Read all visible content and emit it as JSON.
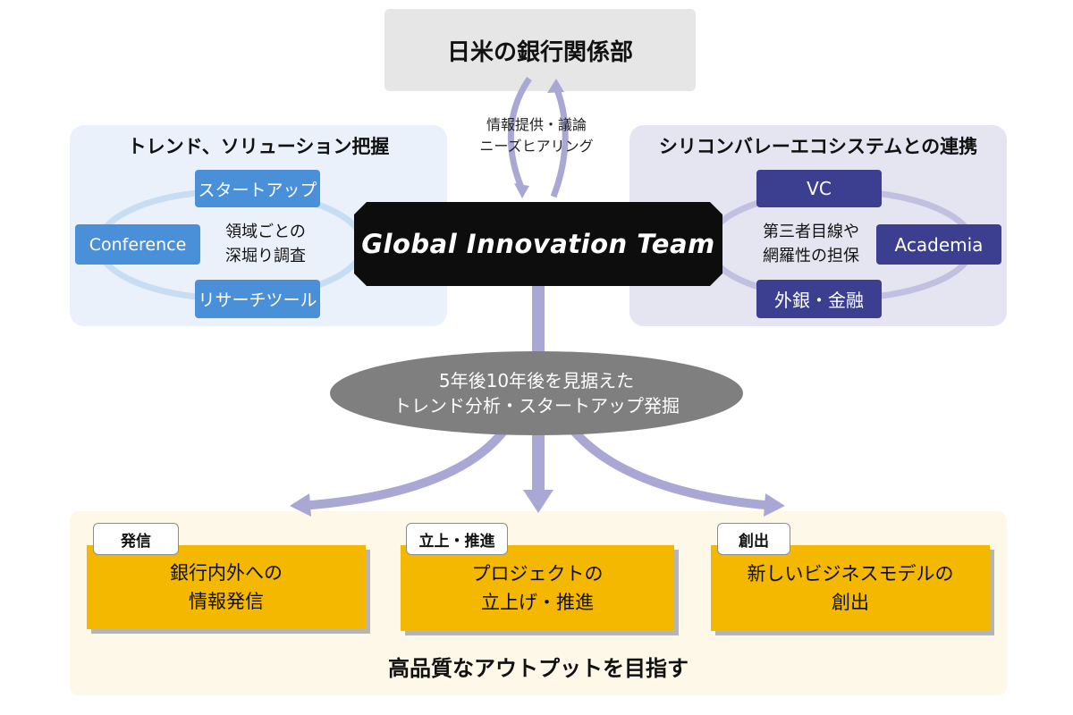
{
  "top": {
    "label": "日米の銀行関係部"
  },
  "exchange": {
    "line1": "情報提供・議論",
    "line2": "ニーズヒアリング"
  },
  "left_panel": {
    "title": "トレンド、ソリューション把握",
    "items": [
      "スタートアップ",
      "Conference",
      "リサーチツール"
    ],
    "center_line1": "領域ごとの",
    "center_line2": "深堀り調査"
  },
  "right_panel": {
    "title": "シリコンバレーエコシステムとの連携",
    "items": [
      "VC",
      "Academia",
      "外銀・金融"
    ],
    "center_line1": "第三者目線や",
    "center_line2": "網羅性の担保"
  },
  "core": {
    "label": "Global Innovation Team"
  },
  "focus": {
    "line1": "5年後10年後を見据えた",
    "line2": "トレンド分析・スタートアップ発掘"
  },
  "outputs": [
    {
      "tag": "発信",
      "line1": "銀行内外への",
      "line2": "情報発信"
    },
    {
      "tag": "立上・推進",
      "line1": "プロジェクトの",
      "line2": "立上げ・推進"
    },
    {
      "tag": "創出",
      "line1": "新しいビジネスモデルの",
      "line2": "創出"
    }
  ],
  "goal": "高品質なアウトプットを目指す",
  "colors": {
    "arrow": "#a9a8d4",
    "left_ring": "#c6ddf2",
    "right_ring": "#c2c0e0",
    "blue_pill": "#4a90d9",
    "navy_pill": "#3c3f8f",
    "output_box": "#f5b800",
    "core_box": "#0d0d0d",
    "oval": "#7f7f7f"
  }
}
